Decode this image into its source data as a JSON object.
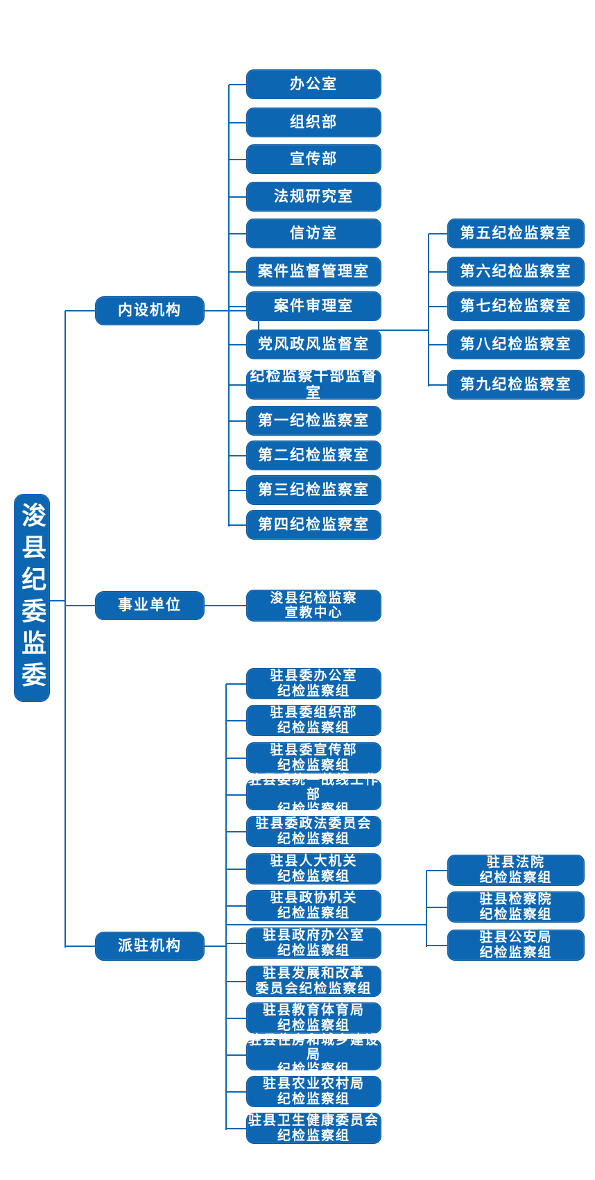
{
  "root": {
    "label": "浚县纪委监委"
  },
  "colors": {
    "primary_blue": "#0d66b1",
    "box_border_blue": "#0a58a0",
    "connector_blue": "#0d66b1",
    "text_white": "#ffffff",
    "background": "#ffffff"
  },
  "branches": [
    {
      "label": "内设机构",
      "children": [
        "办公室",
        "组织部",
        "宣传部",
        "法规研究室",
        "信访室",
        "案件监督管理室",
        "案件审理室",
        "党风政风监督室",
        "纪检监察干部监督室",
        "第一纪检监察室",
        "第二纪检监察室",
        "第三纪检监察室",
        "第四纪检监察室"
      ],
      "subgroup": [
        "第五纪检监察室",
        "第六纪检监察室",
        "第七纪检监察室",
        "第八纪检监察室",
        "第九纪检监察室"
      ]
    },
    {
      "label": "事业单位",
      "children": [
        "浚县纪检监察\n宣教中心"
      ]
    },
    {
      "label": "派驻机构",
      "children": [
        "驻县委办公室\n纪检监察组",
        "驻县委组织部\n纪检监察组",
        "驻县委宣传部\n纪检监察组",
        "驻县委统一战线工作部\n纪检监察组",
        "驻县委政法委员会\n纪检监察组",
        "驻县人大机关\n纪检监察组",
        "驻县政协机关\n纪检监察组",
        "驻县政府办公室\n纪检监察组",
        "驻县发展和改革\n委员会纪检监察组",
        "驻县教育体育局\n纪检监察组",
        "驻县住房和城乡建设局\n纪检监察组",
        "驻县农业农村局\n纪检监察组",
        "驻县卫生健康委员会\n纪检监察组"
      ],
      "subgroup": [
        "驻县法院\n纪检监察组",
        "驻县检察院\n纪检监察组",
        "驻县公安局\n纪检监察组"
      ]
    }
  ]
}
